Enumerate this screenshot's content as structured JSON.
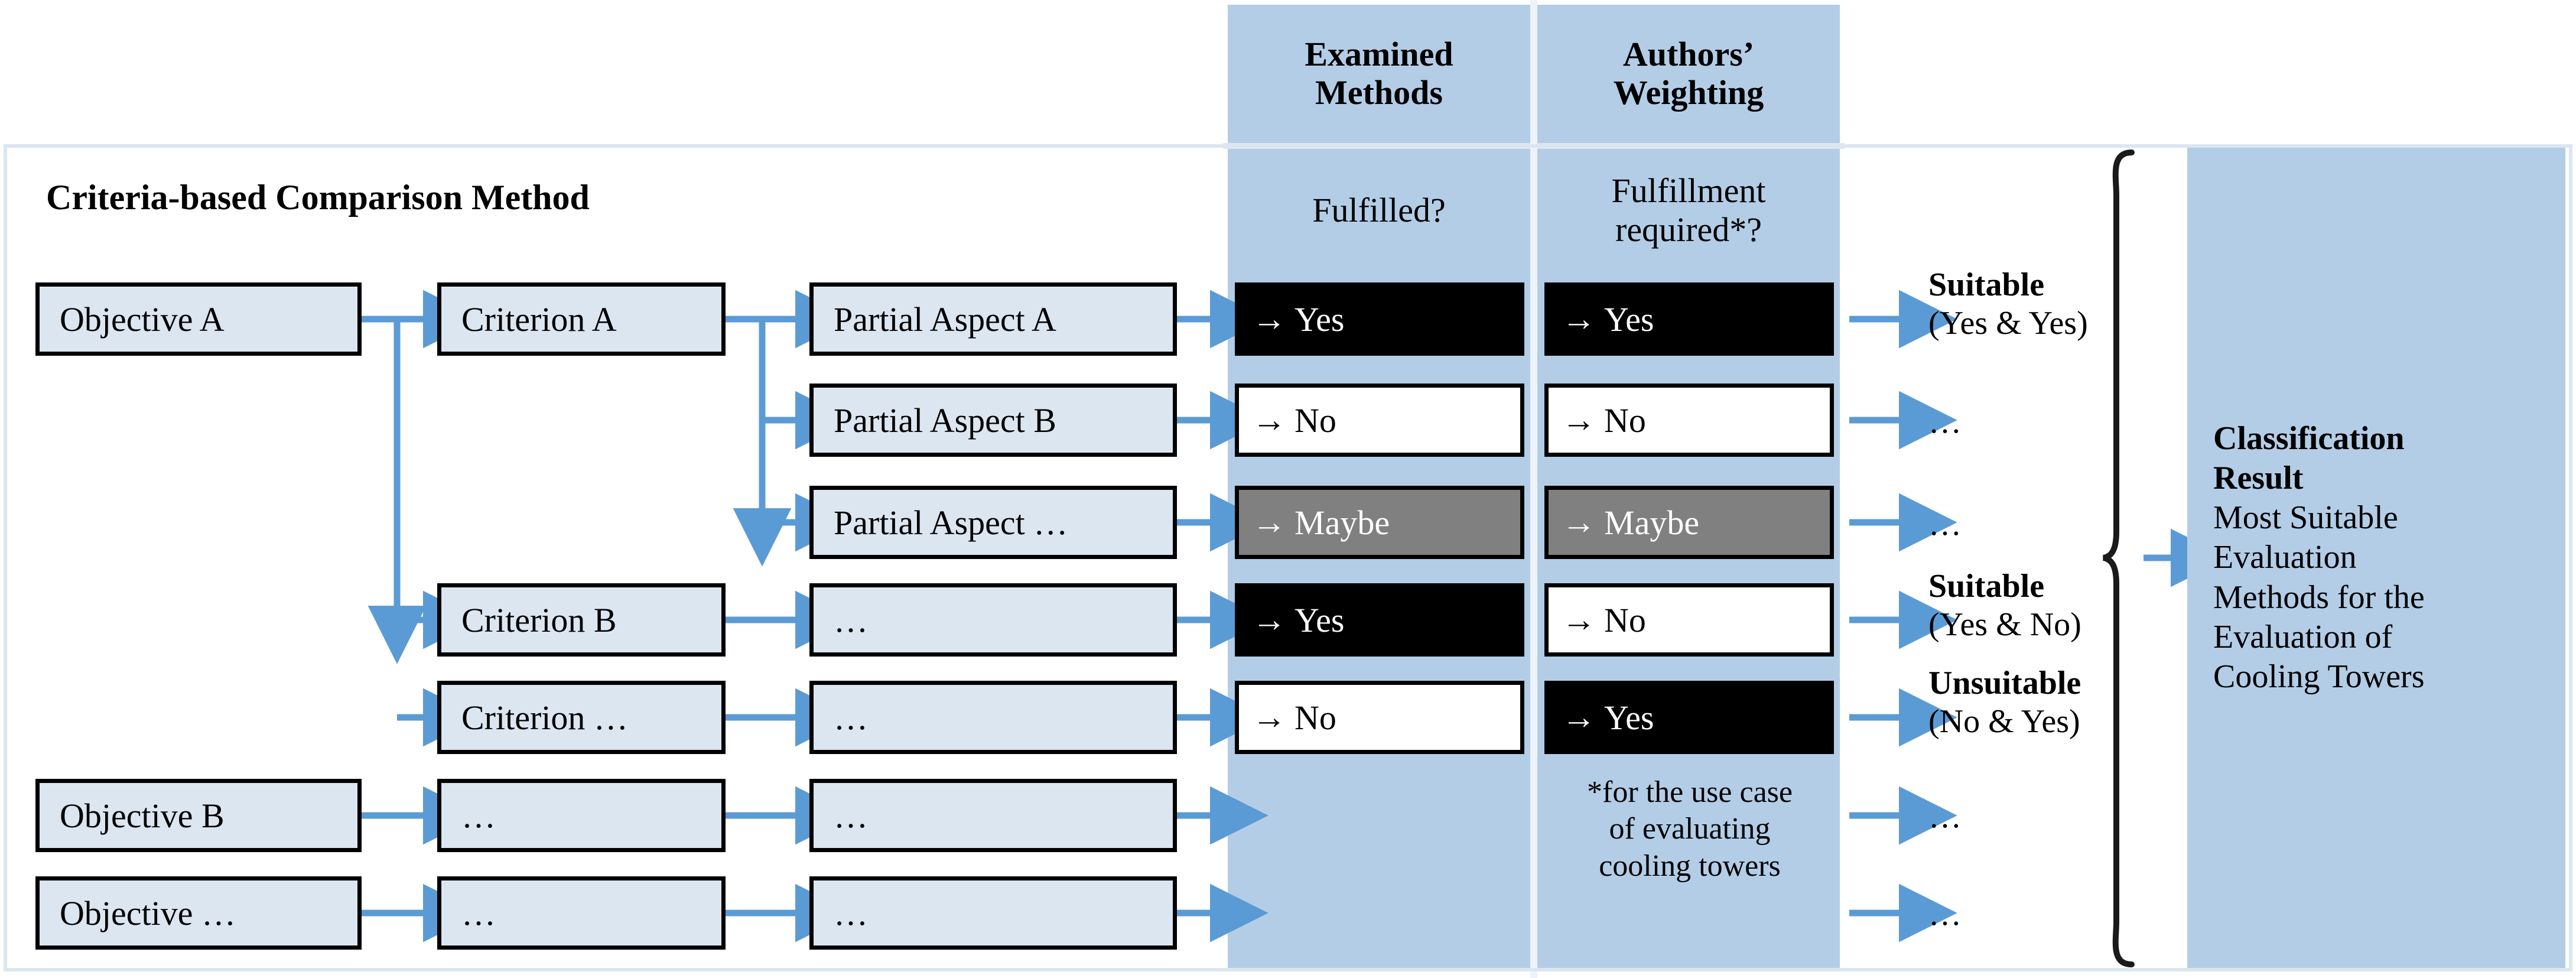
{
  "title": "Criteria-based Comparison Method",
  "colors": {
    "band": "#b4cde6",
    "box_fill": "#dce6f1",
    "arrow": "#5b9bd5",
    "yes": "#000000",
    "no": "#ffffff",
    "maybe": "#808080"
  },
  "headers": {
    "examined_methods": "Examined\nMethods",
    "authors_weighting": "Authors’\nWeighting",
    "examined_sub": "Fulfilled?",
    "authors_sub": "Fulfillment\nrequired*?"
  },
  "columns": {
    "objectives": [
      {
        "label": "Objective A"
      },
      {
        "label": "Objective B"
      },
      {
        "label": "Objective …"
      }
    ],
    "criteria": [
      {
        "label": "Criterion A"
      },
      {
        "label": "Criterion B"
      },
      {
        "label": "Criterion …"
      },
      {
        "label": "…"
      },
      {
        "label": "…"
      }
    ],
    "partial_aspects": [
      {
        "label": "Partial Aspect A"
      },
      {
        "label": "Partial Aspect B"
      },
      {
        "label": "Partial Aspect …"
      },
      {
        "label": "…"
      },
      {
        "label": "…"
      },
      {
        "label": "…"
      },
      {
        "label": "…"
      }
    ]
  },
  "rows": [
    {
      "examined": "Yes",
      "examined_state": "black",
      "authors": "Yes",
      "authors_state": "black",
      "result_bold": "Suitable",
      "result_sub": "(Yes & Yes)"
    },
    {
      "examined": "No",
      "examined_state": "white",
      "authors": "No",
      "authors_state": "white",
      "result_bold": "",
      "result_sub": "…"
    },
    {
      "examined": "Maybe",
      "examined_state": "gray",
      "authors": "Maybe",
      "authors_state": "gray",
      "result_bold": "",
      "result_sub": "…"
    },
    {
      "examined": "Yes",
      "examined_state": "black",
      "authors": "No",
      "authors_state": "white",
      "result_bold": "Suitable",
      "result_sub": "(Yes & No)"
    },
    {
      "examined": "No",
      "examined_state": "white",
      "authors": "Yes",
      "authors_state": "black",
      "result_bold": "Unsuitable",
      "result_sub": "(No & Yes)"
    },
    {
      "examined": "",
      "examined_state": "none",
      "authors": "",
      "authors_state": "none",
      "result_bold": "",
      "result_sub": "…"
    },
    {
      "examined": "",
      "examined_state": "none",
      "authors": "",
      "authors_state": "none",
      "result_bold": "",
      "result_sub": "…"
    }
  ],
  "arrow_glyph": "→",
  "footnote": "*for the use case\nof evaluating\ncooling towers",
  "classification": {
    "heading": "Classification\nResult",
    "body": "Most Suitable\nEvaluation\nMethods for the\nEvaluation of\nCooling Towers"
  }
}
